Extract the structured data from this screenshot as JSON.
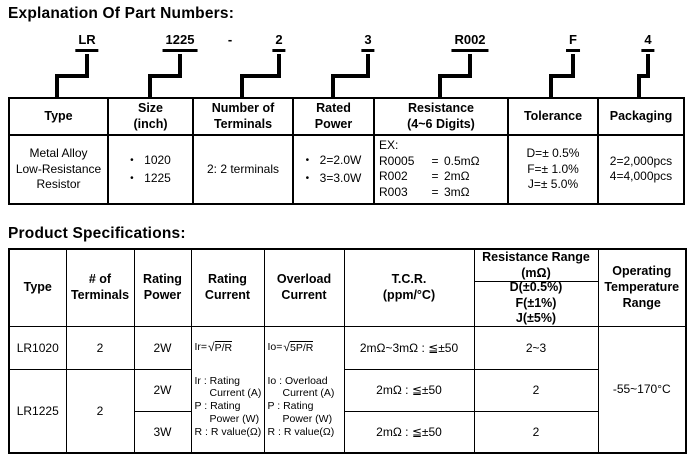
{
  "colors": {
    "text": "#000000",
    "background": "#ffffff",
    "border": "#000000"
  },
  "page": {
    "section1_title": "Explanation Of Part Numbers:",
    "section2_title": "Product Specifications:"
  },
  "part_number": {
    "segments": [
      "LR",
      "1225",
      "-",
      "2",
      "3",
      "R002",
      "F",
      "4"
    ]
  },
  "part_table": {
    "headers": {
      "type": [
        "Type"
      ],
      "size": [
        "Size",
        "(inch)"
      ],
      "terminals": [
        "Number of",
        "Terminals"
      ],
      "power": [
        "Rated",
        "Power"
      ],
      "resistance": [
        "Resistance",
        "(4~6 Digits)"
      ],
      "tolerance": [
        "Tolerance"
      ],
      "packaging": [
        "Packaging"
      ]
    },
    "body": {
      "type_lines": [
        "Metal Alloy",
        "Low-Resistance",
        "Resistor"
      ],
      "bullet": "•",
      "size_options": [
        "1020",
        "1225"
      ],
      "terminals": "2: 2 terminals",
      "power_options": [
        "2=2.0W",
        "3=3.0W"
      ],
      "resistance_example_label": "EX:",
      "resistance_examples": [
        {
          "code": "R0005",
          "eq": "=",
          "value": "0.5mΩ"
        },
        {
          "code": "R002",
          "eq": "=",
          "value": "2mΩ"
        },
        {
          "code": "R003",
          "eq": "=",
          "value": "3mΩ"
        }
      ],
      "tolerance_options": [
        "D=± 0.5%",
        "F=± 1.0%",
        "J=± 5.0%"
      ],
      "packaging_options": [
        "2=2,000pcs",
        "4=4,000pcs"
      ]
    }
  },
  "spec_table": {
    "headers": {
      "type": [
        "Type"
      ],
      "terminals": [
        "# of",
        "Terminals"
      ],
      "power": [
        "Rating",
        "Power"
      ],
      "current": [
        "Rating",
        "Current"
      ],
      "overload": [
        "Overload",
        "Current"
      ],
      "tcr": [
        "T.C.R.",
        "(ppm/°C)"
      ],
      "resistance_range": [
        "Resistance Range",
        "(mΩ)"
      ],
      "resistance_range_tolerances": [
        "D(±0.5%)",
        "F(±1%)",
        "J(±5%)"
      ],
      "temperature": [
        "Operating",
        "Temperature",
        "Range"
      ]
    },
    "rating_current": {
      "prefix": "Ir=",
      "radicand": "P/R",
      "legend": [
        "Ir : Rating",
        "Current (A)",
        "P : Rating",
        "Power (W)",
        "R : R value(Ω)"
      ]
    },
    "overload_current": {
      "prefix": "Io=",
      "radicand": "5P/R",
      "legend": [
        "Io : Overload",
        "Current (A)",
        "P : Rating",
        "Power (W)",
        "R : R value(Ω)"
      ]
    },
    "rows": [
      {
        "type": "LR1020",
        "terminals": "2",
        "power": "2W",
        "tcr": "2mΩ~3mΩ : ≦±50",
        "range": "2~3"
      },
      {
        "type": "LR1225",
        "terminals": "2",
        "power": "2W",
        "tcr": "2mΩ : ≦±50",
        "range": "2"
      },
      {
        "power": "3W",
        "tcr": "2mΩ : ≦±50",
        "range": "2"
      }
    ],
    "operating_temperature": "-55~170°C"
  }
}
